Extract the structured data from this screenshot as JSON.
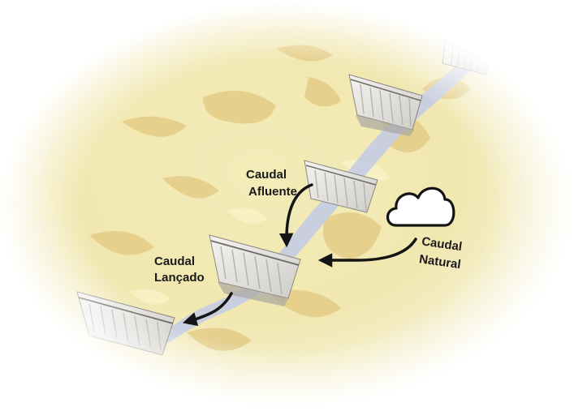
{
  "labels": {
    "inflow": [
      "Caudal",
      "Afluente"
    ],
    "natural": [
      "Caudal",
      "Natural"
    ],
    "released": [
      "Caudal",
      "Lançado"
    ]
  },
  "icons": {
    "weather": "cloud-icon",
    "dam": "dam-icon"
  },
  "colors": {
    "terrain_light": "#f4efc4",
    "terrain_ochre": "#d9b86a",
    "river": "#c9cfe3",
    "dam_face": "#e9e7e3",
    "arrow": "#141414",
    "text": "#1a1a1a"
  }
}
